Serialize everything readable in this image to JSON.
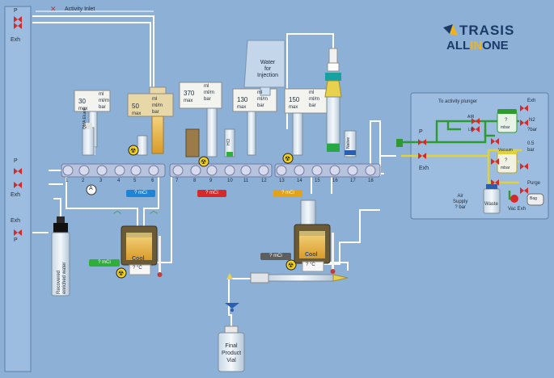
{
  "left_panel": {
    "top_p": "P",
    "top_exh": "Exh",
    "mid_p": "P",
    "mid_exh": "Exh",
    "low_exh": "Exh",
    "low_p": "P"
  },
  "activity_inlet": "Activity Inlet",
  "logo": {
    "line1": "TRASIS",
    "line2_a": "ALL",
    "line2_b": "IN",
    "line2_c": "ONE"
  },
  "water": {
    "line1": "Water",
    "line2": "for",
    "line3": "Injection"
  },
  "syringes": [
    {
      "value": "30",
      "max": "max",
      "u1": "ml",
      "u2": "ml/m",
      "u3": "bar"
    },
    {
      "value": "50",
      "max": "max",
      "u1": "ml",
      "u2": "ml/m",
      "u3": "bar"
    },
    {
      "value": "370",
      "max": "max",
      "u1": "ml",
      "u2": "ml/m",
      "u3": "bar"
    },
    {
      "value": "130",
      "max": "max",
      "u1": "ml",
      "u2": "ml/m",
      "u3": "bar"
    },
    {
      "value": "150",
      "max": "max",
      "u1": "ml",
      "u2": "ml/m",
      "u3": "bar"
    }
  ],
  "vials": {
    "qma": "QMA Eluent",
    "hcl": "HCl",
    "native": "Native"
  },
  "manifold_numbers": [
    "1",
    "2",
    "3",
    "4",
    "5",
    "6",
    "7",
    "8",
    "9",
    "10",
    "11",
    "12",
    "13",
    "14",
    "15",
    "16",
    "17",
    "18"
  ],
  "marker_a": "A",
  "pills": {
    "p1": "? mCi",
    "p2": "? mCi",
    "p3": "? mCi",
    "p4": "? mCi",
    "p5": "? mCi"
  },
  "reactor1": {
    "cool": "Cool",
    "temp": "? °C"
  },
  "reactor2": {
    "cool": "Cool",
    "temp": "? °C"
  },
  "recovered_bottle": {
    "line1": "Recovered",
    "line2": "enriched water"
  },
  "final_vial": {
    "line1": "Final",
    "line2": "Product",
    "line3": "Vial"
  },
  "right_panel": {
    "title": "To activity plunger",
    "p": "P",
    "exh": "Exh",
    "air": "AIR",
    "lp": "LP",
    "gauge1_val": "?",
    "gauge1_unit": "mbar",
    "gauge2_label": "Vacuum",
    "gauge2_val": "?",
    "gauge2_unit": "mbar",
    "exh_r": "Exh",
    "n2": "N2",
    "bar": "?bar",
    "bar2": "0.5",
    "bar3": "bar",
    "air_supply1": "Air",
    "air_supply2": "Supply",
    "air_supply3": "? bar",
    "waste": "Waste",
    "vac_exh": "Vac Exh",
    "purge": "Purge",
    "bag": "Bag"
  },
  "colors": {
    "background": "#8db0d6",
    "green_line": "#2f9a2f",
    "yellow_line": "#e0d23a",
    "valve_red": "#d62a2a",
    "pill_blue": "#1f84d6",
    "pill_red": "#d62a2a",
    "pill_orange": "#e2a21a",
    "pill_green": "#2fae3a",
    "pill_gray": "#5e5e5e"
  }
}
